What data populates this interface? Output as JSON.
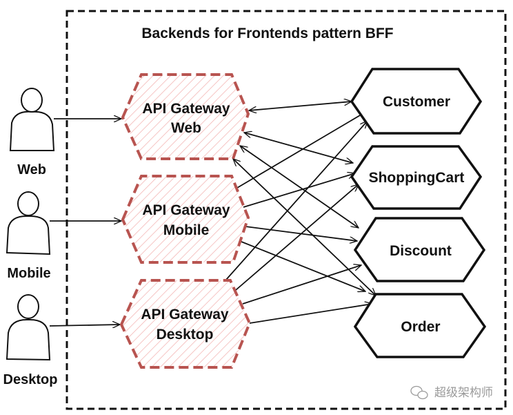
{
  "diagram": {
    "title": "Backends for Frontends pattern BFF",
    "colors": {
      "gateway_stroke": "#b85450",
      "gateway_hatch": "#f4b7b5",
      "line": "#111111",
      "boundary": "#111111",
      "watermark": "#9a9a9a"
    },
    "clients": [
      {
        "id": "web",
        "label": "Web"
      },
      {
        "id": "mobile",
        "label": "Mobile"
      },
      {
        "id": "desktop",
        "label": "Desktop"
      }
    ],
    "gateways": [
      {
        "id": "gw-web",
        "line1": "API Gateway",
        "line2": "Web"
      },
      {
        "id": "gw-mobile",
        "line1": "API Gateway",
        "line2": "Mobile"
      },
      {
        "id": "gw-desktop",
        "line1": "API Gateway",
        "line2": "Desktop"
      }
    ],
    "services": [
      {
        "id": "customer",
        "label": "Customer"
      },
      {
        "id": "shoppingcart",
        "label": "ShoppingCart"
      },
      {
        "id": "discount",
        "label": "Discount"
      },
      {
        "id": "order",
        "label": "Order"
      }
    ],
    "client_edges": [
      {
        "from": "web",
        "to": "gw-web"
      },
      {
        "from": "mobile",
        "to": "gw-mobile"
      },
      {
        "from": "desktop",
        "to": "gw-desktop"
      }
    ],
    "service_edges": [
      {
        "from": "gw-web",
        "to": "customer",
        "bidirectional": true
      },
      {
        "from": "gw-web",
        "to": "shoppingcart",
        "bidirectional": true
      },
      {
        "from": "gw-web",
        "to": "discount",
        "bidirectional": true
      },
      {
        "from": "gw-web",
        "to": "order",
        "bidirectional": true
      },
      {
        "from": "gw-mobile",
        "to": "customer",
        "bidirectional": false
      },
      {
        "from": "gw-mobile",
        "to": "shoppingcart",
        "bidirectional": false
      },
      {
        "from": "gw-mobile",
        "to": "discount",
        "bidirectional": false
      },
      {
        "from": "gw-mobile",
        "to": "order",
        "bidirectional": false
      },
      {
        "from": "gw-desktop",
        "to": "customer",
        "bidirectional": false
      },
      {
        "from": "gw-desktop",
        "to": "shoppingcart",
        "bidirectional": false
      },
      {
        "from": "gw-desktop",
        "to": "discount",
        "bidirectional": false
      },
      {
        "from": "gw-desktop",
        "to": "order",
        "bidirectional": false
      }
    ],
    "watermark": {
      "icon": "wechat-icon",
      "text": "超级架构师"
    }
  }
}
